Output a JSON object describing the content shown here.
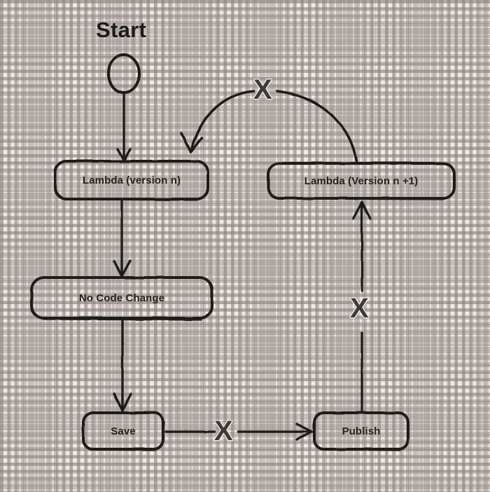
{
  "diagram": {
    "title_label": "Start",
    "background_color": "#efeae6",
    "stroke_color": "#1e1e1e",
    "grid_color": "#968c87",
    "nodes": [
      {
        "id": "start",
        "shape": "ellipse",
        "label": ""
      },
      {
        "id": "lambda_n",
        "shape": "rounded-rect",
        "label": "Lambda (version n)"
      },
      {
        "id": "lambda_n1",
        "shape": "rounded-rect",
        "label": "Lambda (Version n +1)"
      },
      {
        "id": "no_code_change",
        "shape": "rounded-rect",
        "label": "No Code Change"
      },
      {
        "id": "save",
        "shape": "rounded-rect",
        "label": "Save"
      },
      {
        "id": "publish",
        "shape": "rounded-rect",
        "label": "Publish"
      }
    ],
    "edges": [
      {
        "id": "start-to-lambda-n",
        "from": "start",
        "to": "lambda_n",
        "style": "straight-arrow",
        "crossed": false
      },
      {
        "id": "lambda-n-to-no-code-change",
        "from": "lambda_n",
        "to": "no_code_change",
        "style": "straight-arrow",
        "crossed": false
      },
      {
        "id": "no-code-change-to-save",
        "from": "no_code_change",
        "to": "save",
        "style": "straight-arrow",
        "crossed": false
      },
      {
        "id": "save-to-publish",
        "from": "save",
        "to": "publish",
        "style": "straight-arrow",
        "crossed": true
      },
      {
        "id": "publish-to-lambda-n1",
        "from": "publish",
        "to": "lambda_n1",
        "style": "straight-arrow",
        "crossed": true
      },
      {
        "id": "lambda-n1-to-lambda-n",
        "from": "lambda_n1",
        "to": "lambda_n",
        "style": "curved-arrow",
        "crossed": true
      }
    ],
    "cross_marks": [
      {
        "id": "cross-top-curve",
        "label": "X"
      },
      {
        "id": "cross-publish-arrow",
        "label": "X"
      },
      {
        "id": "cross-save-publish-arrow",
        "label": "X"
      }
    ]
  }
}
